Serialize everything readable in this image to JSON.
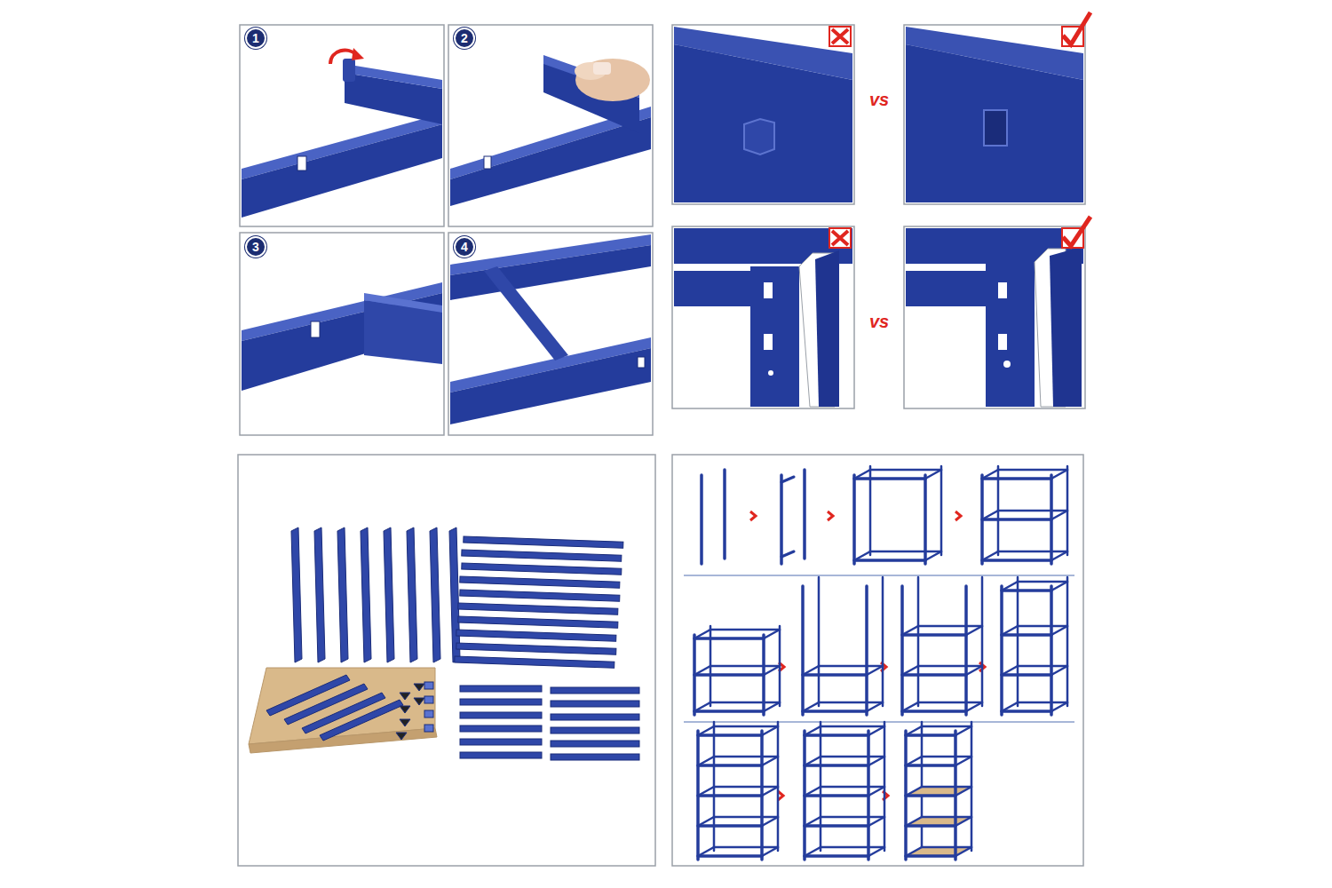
{
  "diagram": {
    "nodes": [
      {
        "text": [
          "1"
        ]
      },
      {
        "text": [
          "2"
        ]
      },
      {
        "text": [
          "3"
        ]
      },
      {
        "text": [
          "4"
        ]
      }
    ],
    "labels": [
      "vs",
      "vs"
    ]
  }
}
